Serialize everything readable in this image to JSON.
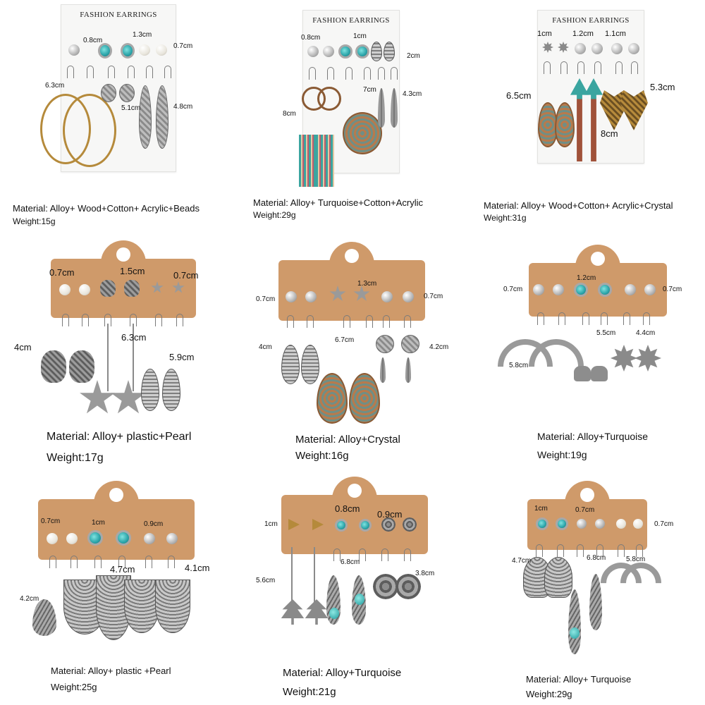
{
  "brand_label": "FASHION EARRINGS",
  "sets": [
    {
      "material": "Material: Alloy+ Wood+Cotton+ Acrylic+Beads",
      "weight": "Weight:15g",
      "dims": [
        "0.8cm",
        "1.3cm",
        "0.7cm",
        "6.3cm",
        "5.1cm",
        "4.8cm"
      ]
    },
    {
      "material": "Material: Alloy+ Turquoise+Cotton+Acrylic",
      "weight": "Weight:29g",
      "dims": [
        "0.8cm",
        "1cm",
        "2cm",
        "8cm",
        "7cm",
        "4.3cm"
      ]
    },
    {
      "material": "Material: Alloy+ Wood+Cotton+ Acrylic+Crystal",
      "weight": "Weight:31g",
      "dims": [
        "1cm",
        "1.2cm",
        "1.1cm",
        "6.5cm",
        "5.3cm",
        "8cm"
      ]
    },
    {
      "material": "Material: Alloy+ plastic+Pearl",
      "weight": "Weight:17g",
      "dims": [
        "0.7cm",
        "1.5cm",
        "0.7cm",
        "4cm",
        "6.3cm",
        "5.9cm"
      ]
    },
    {
      "material": "Material: Alloy+Crystal",
      "weight": "Weight:16g",
      "dims": [
        "0.7cm",
        "1.3cm",
        "0.7cm",
        "4cm",
        "6.7cm",
        "4.2cm"
      ]
    },
    {
      "material": "Material: Alloy+Turquoise",
      "weight": "Weight:19g",
      "dims": [
        "0.7cm",
        "1.2cm",
        "0.7cm",
        "5.8cm",
        "5.5cm",
        "4.4cm"
      ]
    },
    {
      "material": "Material: Alloy+ plastic +Pearl",
      "weight": "Weight:25g",
      "dims": [
        "0.7cm",
        "1cm",
        "0.9cm",
        "4.2cm",
        "4.7cm",
        "4.1cm"
      ]
    },
    {
      "material": "Material: Alloy+Turquoise",
      "weight": "Weight:21g",
      "dims": [
        "1cm",
        "0.8cm",
        "0.9cm",
        "5.6cm",
        "6.8cm",
        "3.8cm"
      ]
    },
    {
      "material": "Material: Alloy+ Turquoise",
      "weight": "Weight:29g",
      "dims": [
        "1cm",
        "0.7cm",
        "0.7cm",
        "4.7cm",
        "6.8cm",
        "5.8cm"
      ]
    }
  ]
}
